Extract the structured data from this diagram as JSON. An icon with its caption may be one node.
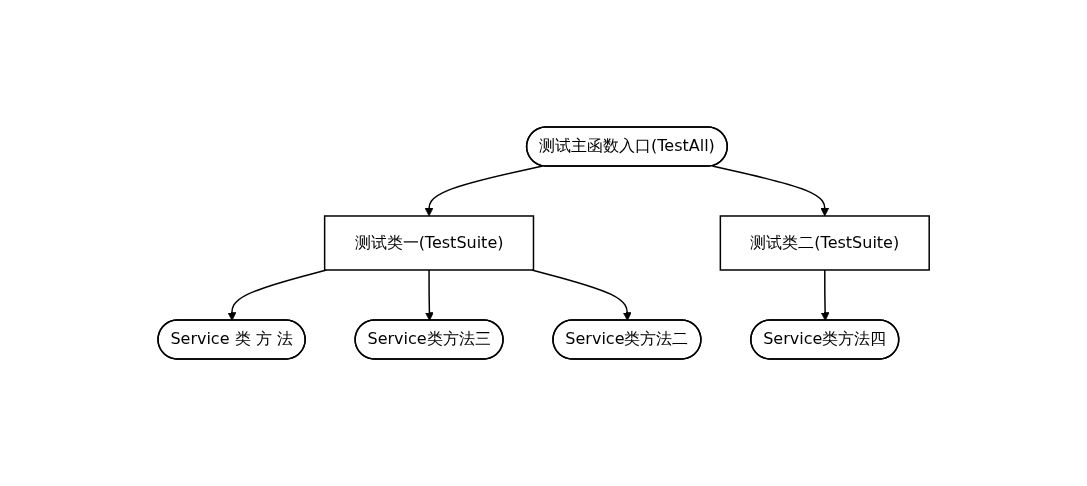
{
  "diagram": {
    "nodes": [
      {
        "text": [
          "测试主函数入口(TestAll)"
        ]
      },
      {
        "text": [
          "测试类一(TestSuite)"
        ]
      },
      {
        "text": [
          "测试类二(TestSuite)"
        ]
      },
      {
        "text": [
          "Service 类 方 法"
        ]
      },
      {
        "text": [
          "Service类方法三"
        ]
      },
      {
        "text": [
          "Service类方法二"
        ]
      },
      {
        "text": [
          "Service类方法四"
        ]
      }
    ],
    "edges": [
      {
        "from": 0,
        "to": 1,
        "arrow": "to"
      },
      {
        "from": 0,
        "to": 2,
        "arrow": "to"
      },
      {
        "from": 1,
        "to": 3,
        "arrow": "to"
      },
      {
        "from": 1,
        "to": 4,
        "arrow": "to"
      },
      {
        "from": 1,
        "to": 5,
        "arrow": "to"
      },
      {
        "from": 2,
        "to": 6,
        "arrow": "to"
      }
    ]
  }
}
